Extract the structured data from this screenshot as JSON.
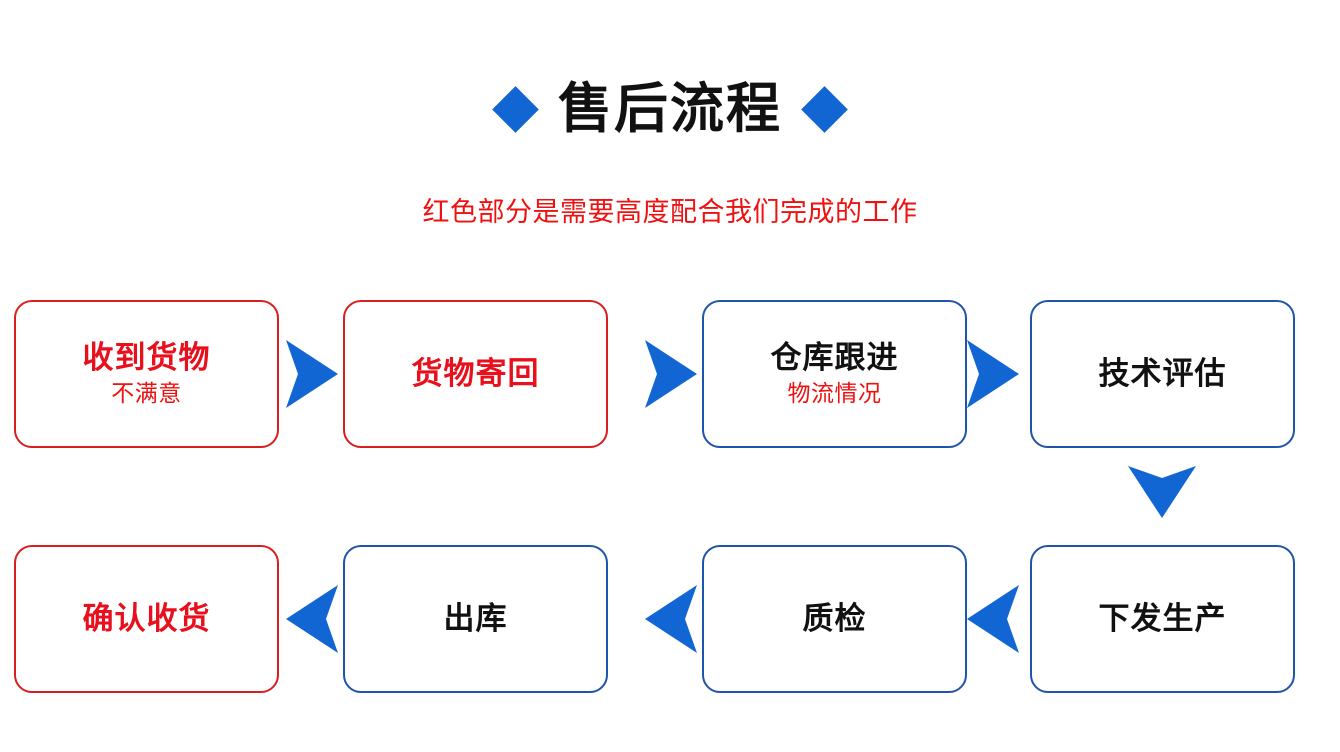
{
  "header": {
    "title": "售后流程",
    "left_diamond_icon": "diamond-icon",
    "right_diamond_icon": "diamond-icon",
    "subtitle": "红色部分是需要高度配合我们完成的工作",
    "subtitle_color": "#ef1010",
    "diamond_color": "#1266d4"
  },
  "colors": {
    "red_border": "#d81f1f",
    "blue_border": "#1f55a8",
    "red_text": "#e8101c",
    "black_text": "#111111",
    "arrow_blue": "#1266d4"
  },
  "flow": {
    "nodes": [
      {
        "id": "node-0",
        "title": "收到货物",
        "subtitle": "不满意",
        "border": "red",
        "title_color": "red",
        "row": 1,
        "order": 1
      },
      {
        "id": "node-1",
        "title": "货物寄回",
        "subtitle": "",
        "border": "red",
        "title_color": "red",
        "row": 1,
        "order": 2
      },
      {
        "id": "node-2",
        "title": "仓库跟进",
        "subtitle": "物流情况",
        "border": "blue",
        "title_color": "black",
        "row": 1,
        "order": 3
      },
      {
        "id": "node-3",
        "title": "技术评估",
        "subtitle": "",
        "border": "blue",
        "title_color": "black",
        "row": 1,
        "order": 4
      },
      {
        "id": "node-4",
        "title": "下发生产",
        "subtitle": "",
        "border": "blue",
        "title_color": "black",
        "row": 2,
        "order": 5
      },
      {
        "id": "node-5",
        "title": "质检",
        "subtitle": "",
        "border": "blue",
        "title_color": "black",
        "row": 2,
        "order": 6
      },
      {
        "id": "node-6",
        "title": "出库",
        "subtitle": "",
        "border": "blue",
        "title_color": "black",
        "row": 2,
        "order": 7
      },
      {
        "id": "node-7",
        "title": "确认收货",
        "subtitle": "",
        "border": "red",
        "title_color": "red",
        "row": 2,
        "order": 8
      }
    ],
    "arrows": [
      {
        "id": "arrow-r0",
        "direction": "right",
        "from": "收到货物",
        "to": "货物寄回"
      },
      {
        "id": "arrow-r1",
        "direction": "right",
        "from": "货物寄回",
        "to": "仓库跟进"
      },
      {
        "id": "arrow-r2",
        "direction": "right",
        "from": "仓库跟进",
        "to": "技术评估"
      },
      {
        "id": "arrow-down",
        "direction": "down",
        "from": "技术评估",
        "to": "下发生产"
      },
      {
        "id": "arrow-l0",
        "direction": "left",
        "from": "下发生产",
        "to": "质检"
      },
      {
        "id": "arrow-l1",
        "direction": "left",
        "from": "质检",
        "to": "出库"
      },
      {
        "id": "arrow-l2",
        "direction": "left",
        "from": "出库",
        "to": "确认收货"
      }
    ]
  }
}
